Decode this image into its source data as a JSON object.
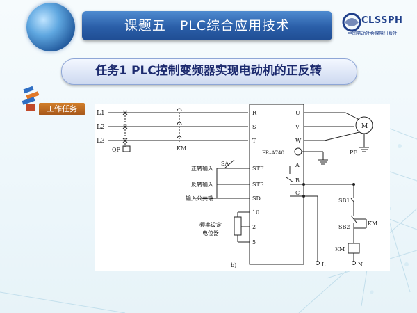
{
  "header": {
    "title": "课题五　PLC综合应用技术",
    "logo_text": "CLSSPH",
    "logo_subtext": "中国劳动社会保障出版社"
  },
  "task": {
    "title": "任务1 PLC控制变频器实现电动机的正反转"
  },
  "section": {
    "label": "工作任务"
  },
  "diagram": {
    "supply_lines": [
      "L1",
      "L2",
      "L3"
    ],
    "breaker_label": "QF",
    "contactor_label": "KM",
    "inverter_model": "FR–A740",
    "terminals_power_in": [
      "R",
      "S",
      "T"
    ],
    "terminals_power_out": [
      "U",
      "V",
      "W"
    ],
    "terminals_control": [
      "STF",
      "STR",
      "SD"
    ],
    "terminals_freq": [
      "10",
      "2",
      "5"
    ],
    "terminals_relay": [
      "A",
      "B",
      "C"
    ],
    "motor_label": "M",
    "pe_label": "PE",
    "switch_label": "SA",
    "forward_input_label": "正转输入",
    "reverse_input_label": "反转输入",
    "common_input_label": "输入公共端",
    "pot_label_line1": "频率设定",
    "pot_label_line2": "电位器",
    "sb1_label": "SB1",
    "sb2_label": "SB2",
    "km_contact_label": "KM",
    "km_coil_label": "KM",
    "l_label": "L",
    "n_label": "N",
    "caption": "b)"
  },
  "colors": {
    "header_blue": "#2a5ea8",
    "banner_text": "#1c2a6e",
    "section_orange": "#c06d22"
  }
}
